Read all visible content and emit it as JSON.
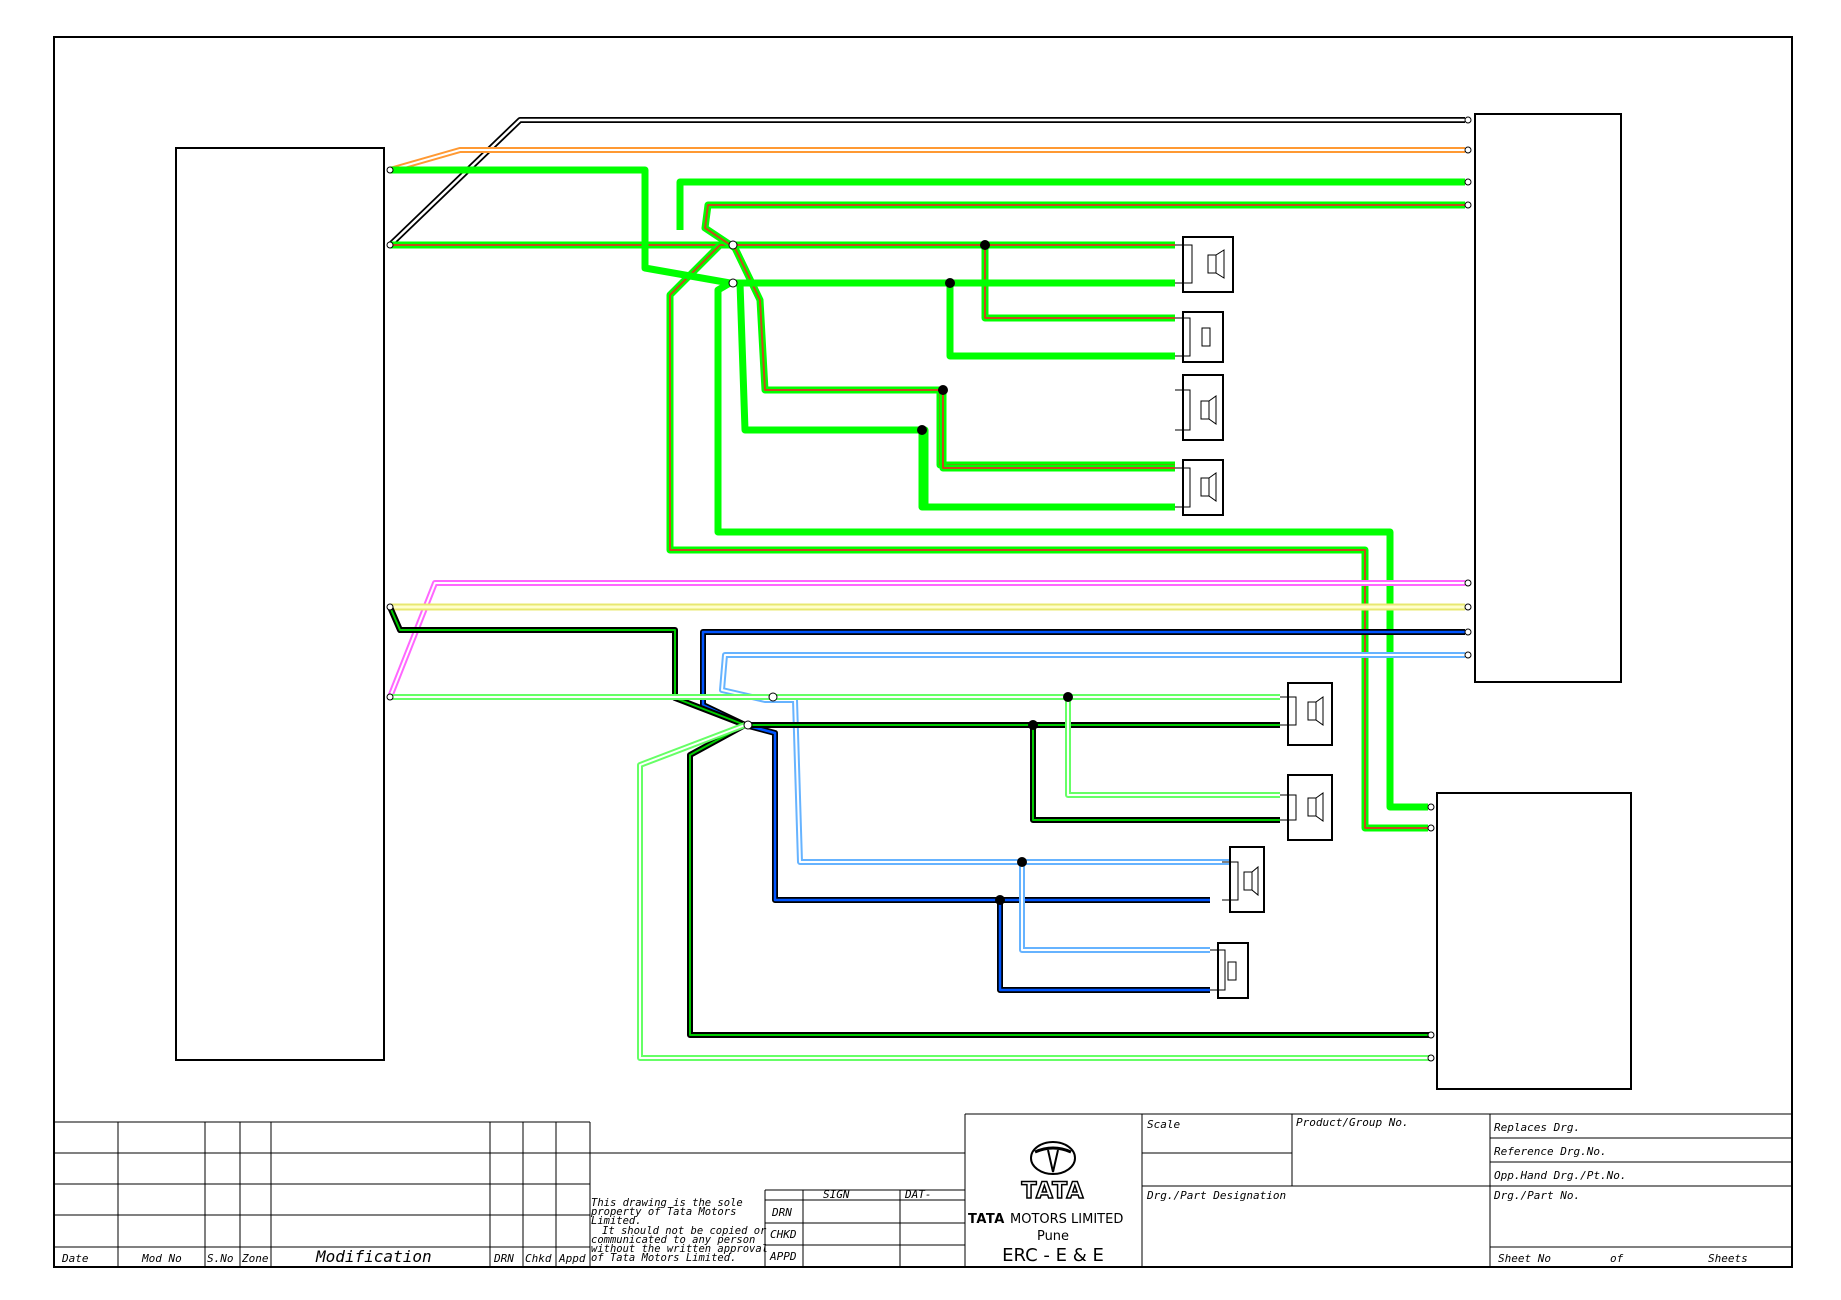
{
  "revision_block": {
    "col_date": "Date",
    "col_mod_no": "Mod No",
    "col_s_no": "S.No",
    "col_zone": "Zone",
    "col_modification": "Modification",
    "col_drn": "DRN",
    "col_chkd": "Chkd",
    "col_appd": "Appd"
  },
  "notice": {
    "line1": "This drawing is the sole",
    "line2": "property of Tata Motors",
    "line3": "Limited.",
    "line4": "It should not be copied or",
    "line5": "communicated to any person",
    "line6": "without the written approval",
    "line7": "of Tata Motors Limited."
  },
  "approvals": {
    "sign": "SIGN",
    "date": "DAT-",
    "drn": "DRN",
    "chkd": "CHKD",
    "appd": "APPD"
  },
  "company": {
    "logo_text": "TATA",
    "name_bold": "TATA",
    "name": "MOTORS LIMITED",
    "city": "Pune",
    "dept": "ERC - E & E"
  },
  "title_block": {
    "scale": "Scale",
    "product_group": "Product/Group No.",
    "designation": "Drg./Part Designation",
    "replaces": "Replaces Drg.",
    "reference": "Reference Drg.No.",
    "opp_hand": "Opp.Hand Drg./Pt.No.",
    "part_no": "Drg./Part No.",
    "sheet_no": "Sheet No",
    "of": "of",
    "sheets": "Sheets"
  },
  "wire_colors": {
    "green": "#00ff00",
    "light_green": "#80ff80",
    "orange": "#ff9933",
    "red": "#ff0000",
    "olive": "#6b6b1e",
    "magenta": "#ff66ff",
    "yellow": "#ffff99",
    "blue": "#0000ff",
    "light_blue": "#66b3ff",
    "black": "#000000"
  }
}
